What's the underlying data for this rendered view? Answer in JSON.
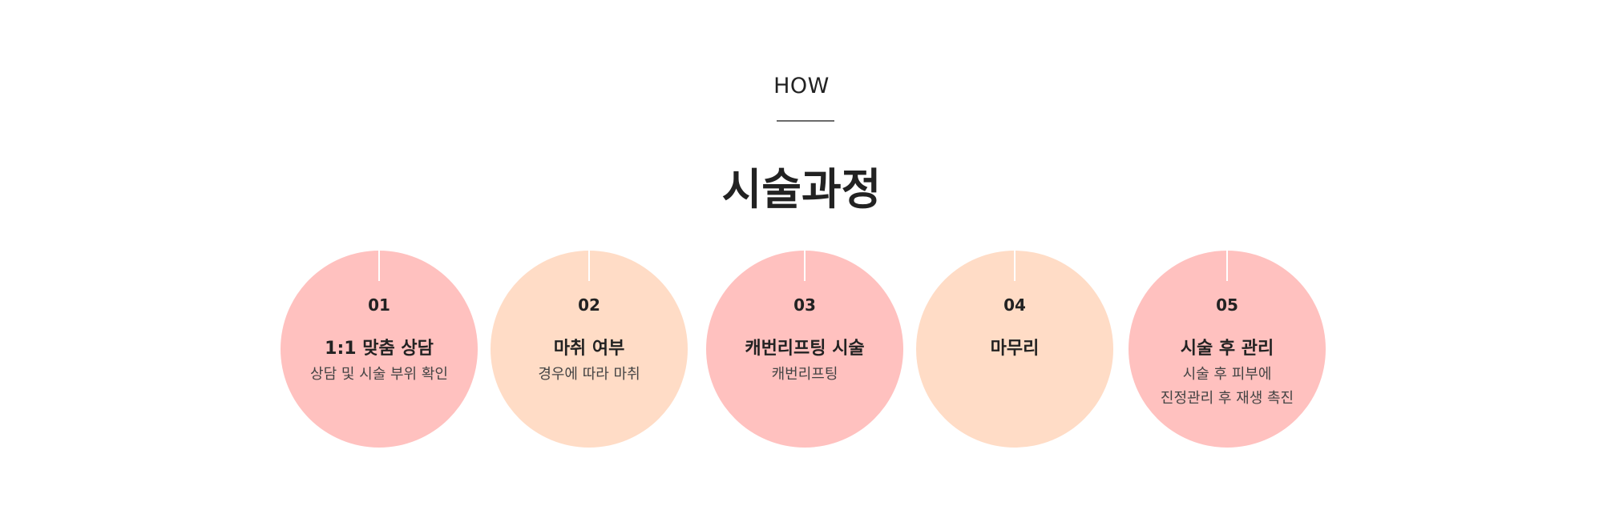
{
  "section": {
    "eyebrow": "HOW",
    "title": "시술과정"
  },
  "steps": [
    {
      "number": "01",
      "name": "1:1 맞춤 상담",
      "desc": [
        "상담 및 시술 부위 확인"
      ],
      "color": "#ffc1bf"
    },
    {
      "number": "02",
      "name": "마취 여부",
      "desc": [
        "경우에 따라 마취"
      ],
      "color": "#ffdcc6"
    },
    {
      "number": "03",
      "name": "캐번리프팅 시술",
      "desc": [
        "캐번리프팅"
      ],
      "color": "#ffc1bf"
    },
    {
      "number": "04",
      "name": "마무리",
      "desc": [],
      "color": "#ffdcc6"
    },
    {
      "number": "05",
      "name": "시술 후 관리",
      "desc": [
        "시술 후 피부에",
        "진정관리 후 재생 촉진"
      ],
      "color": "#ffc1bf"
    }
  ]
}
